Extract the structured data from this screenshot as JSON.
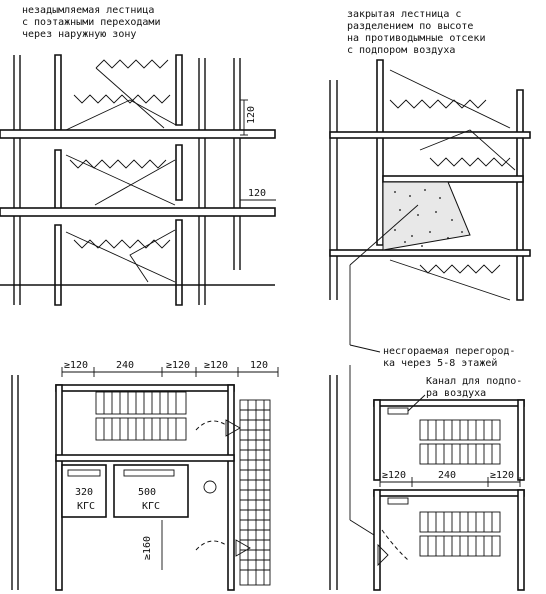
{
  "captions": {
    "top_left": [
      "незадымляемая лестница",
      "с поэтажными переходами",
      "через наружную зону"
    ],
    "top_right": [
      "закрытая лестница с",
      "разделением по высоте",
      "на противодымные отсеки",
      "с подпором воздуха"
    ],
    "partition": [
      "несгораемая перегород-",
      "ка через 5-8 этажей"
    ],
    "channel": [
      "Канал для подпо-",
      "ра воздуха"
    ]
  },
  "dimensions": {
    "section_120_a": "120",
    "section_120_b": "120",
    "plan_top_row": [
      "≥120",
      "240",
      "≥120",
      "≥120",
      "120"
    ],
    "plan_side": "≥160",
    "plan_right_row": [
      "≥120",
      "240",
      "≥120"
    ]
  },
  "rooms": {
    "room_a_value": "320",
    "room_a_unit": "КГС",
    "room_b_value": "500",
    "room_b_unit": "КГС"
  }
}
